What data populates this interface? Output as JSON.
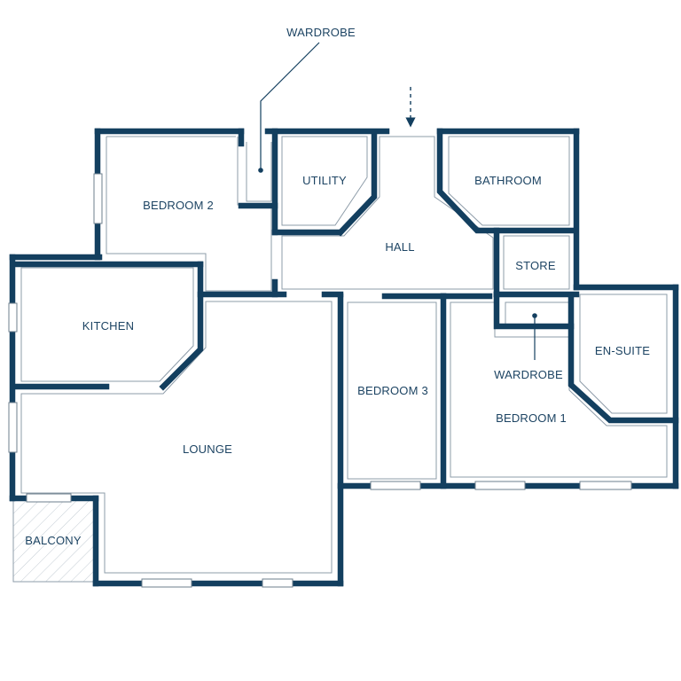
{
  "colors": {
    "wall": "#133f5f",
    "inner_line": "#8e9ca9",
    "label": "#1d4463",
    "balcony_hatch": "#c3ccd3",
    "background": "#ffffff"
  },
  "rooms": {
    "bedroom_2": "BEDROOM 2",
    "utility": "UTILITY",
    "bathroom": "BATHROOM",
    "hall": "HALL",
    "store": "STORE",
    "kitchen": "KITCHEN",
    "lounge": "LOUNGE",
    "bedroom_3": "BEDROOM 3",
    "bedroom_1": "BEDROOM 1",
    "en_suite": "EN-SUITE",
    "balcony": "BALCONY"
  },
  "callouts": {
    "wardrobe_top": "WARDROBE",
    "wardrobe_bedroom_1": "WARDROBE"
  },
  "icons": {
    "entrance": "dashed-down-arrow-icon",
    "window": "window-icon"
  }
}
